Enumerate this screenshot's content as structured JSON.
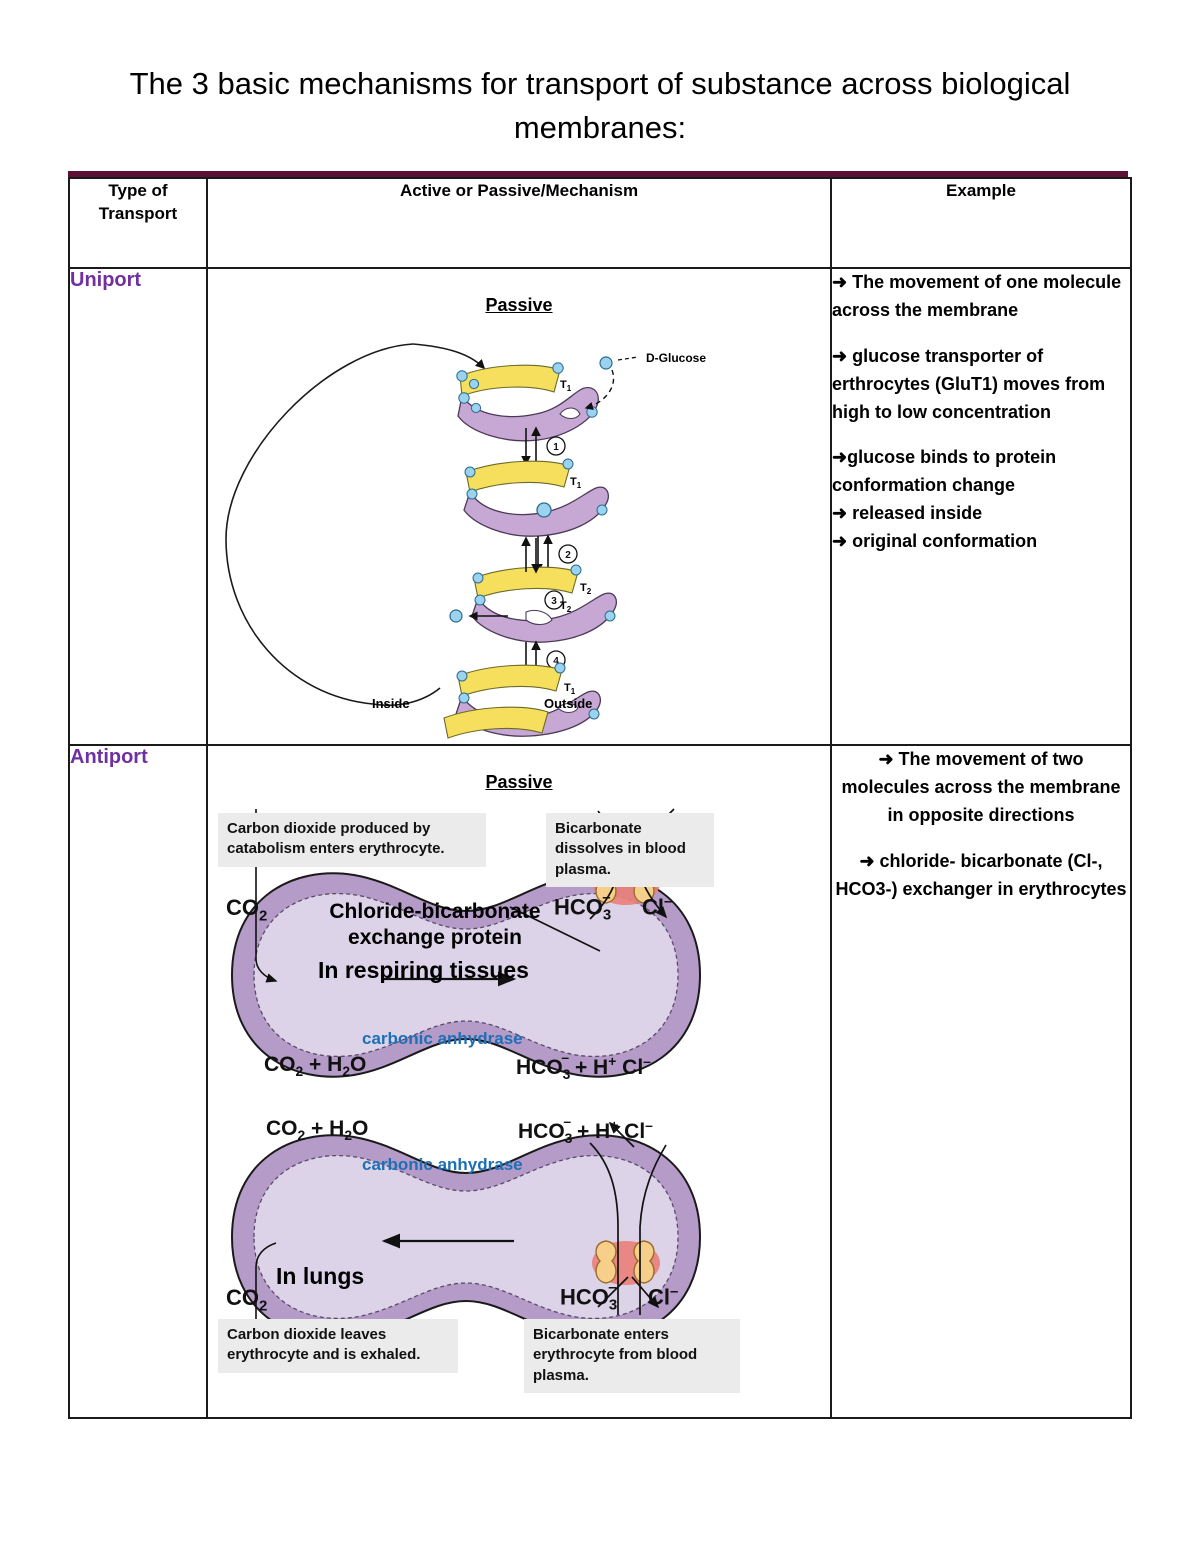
{
  "document": {
    "title": "The 3 basic mechanisms for transport of substance across biological membranes:"
  },
  "table": {
    "accent_color": "#5C1034",
    "headers": {
      "type_of_transport": "Type of\nTransport",
      "type_of_transport_line1": "Type of",
      "type_of_transport_line2": "Transport",
      "mechanism": "Active or Passive/Mechanism",
      "example": "Example"
    },
    "rows": [
      {
        "type": "Uniport",
        "type_color": "#7030A0",
        "mechanism_label": "Passive",
        "figure": {
          "name": "glucose-transporter-glut1",
          "labels": {
            "ligand": "D-Glucose",
            "state_1": "T1",
            "state_2": "T1",
            "state_3": "T2",
            "state_4": "T2",
            "state_5": "T1",
            "step_1": "①",
            "step_2": "②",
            "step_3": "③",
            "step_4": "④",
            "inside": "Inside",
            "outside": "Outside"
          }
        },
        "example": [
          "➜ The movement of one molecule across the membrane",
          "➜ glucose transporter of erthrocytes (GluT1) moves from high to low concentration",
          "➜glucose binds to protein conformation change",
          "➜ released inside",
          "➜ original conformation"
        ],
        "example_align": "left"
      },
      {
        "type": "Antiport",
        "type_color": "#7030A0",
        "mechanism_label": "Passive",
        "figure": {
          "name": "chloride-bicarbonate-exchanger",
          "callouts": {
            "top_left": "Carbon dioxide produced by catabolism enters erythrocyte.",
            "top_right": "Bicarbonate dissolves in blood plasma.",
            "bottom_left": "Carbon dioxide leaves erythrocyte and is exhaled.",
            "bottom_right": "Bicarbonate enters erythrocyte from blood plasma."
          },
          "labels": {
            "protein_name_line1": "Chloride-bicarbonate",
            "protein_name_line2": "exchange protein",
            "tissues": "In respiring tissues",
            "lungs": "In lungs",
            "enzyme": "carbonic anhydrase",
            "enzyme_color": "#1F6FB5",
            "co2_top": "CO2",
            "co2_bottom": "CO2",
            "hco3_top": "HCO3-",
            "cl_top": "Cl-",
            "hco3_bottom": "HCO3-",
            "cl_bottom": "Cl-",
            "equation_top_left": "CO2 + H2O",
            "equation_top_right": "HCO3- + H+ Cl-",
            "equation_bottom_left": "CO2 + H2O",
            "equation_bottom_right": "HCO3- + H+ Cl-"
          }
        },
        "example": [
          "➜ The movement of two molecules across the membrane in opposite directions",
          "➜ chloride- bicarbonate (Cl-, HCO3-) exchanger in erythrocytes"
        ],
        "example_align": "center"
      }
    ]
  }
}
